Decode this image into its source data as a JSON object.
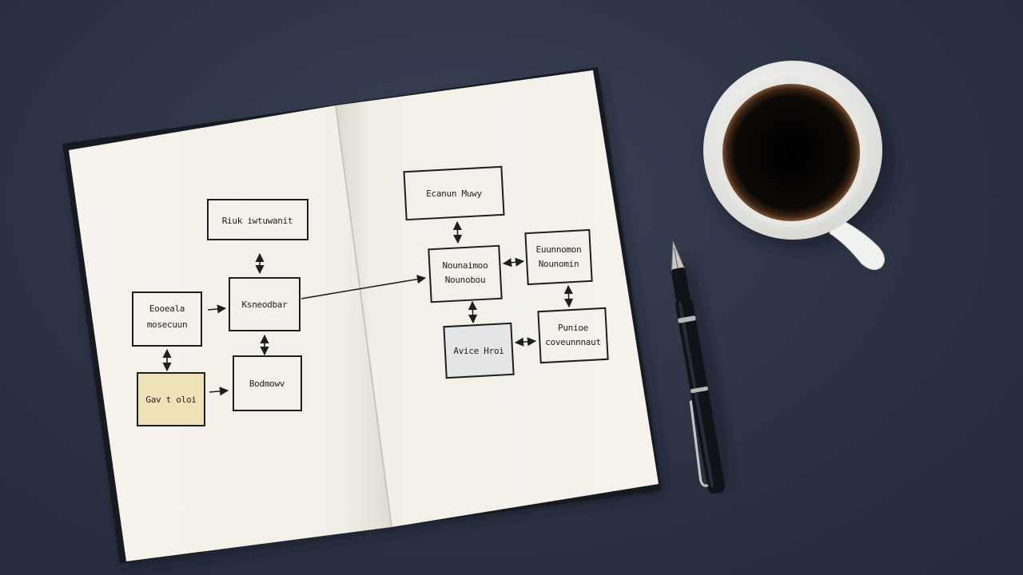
{
  "scene": {
    "background_color": "#2c3344",
    "notebook_paper_color": "#f3f1ea",
    "highlight_box_color": "#efe2b8",
    "coffee_color": "#0b0806",
    "cup_color": "#f4f4f2",
    "pen_color": "#101318"
  },
  "diagram": {
    "left_page": {
      "top_box": "Riuk iwtuwanit",
      "center_box": "Ksneodbar",
      "left_box": [
        "Eooeala",
        "mosecuun"
      ],
      "bottom_left_box": "Gav t oloi",
      "bottom_box": "Bodmowv"
    },
    "right_page": {
      "top_box": "Ecanun Muwy",
      "center_box": [
        "Nounaimoo",
        "Nounobou"
      ],
      "right_box": [
        "Euunnomon",
        "Nounomin"
      ],
      "bottom_box": "Avice Hroi",
      "bottom_right_box": [
        "Punioe",
        "coveunnnaut"
      ]
    }
  }
}
